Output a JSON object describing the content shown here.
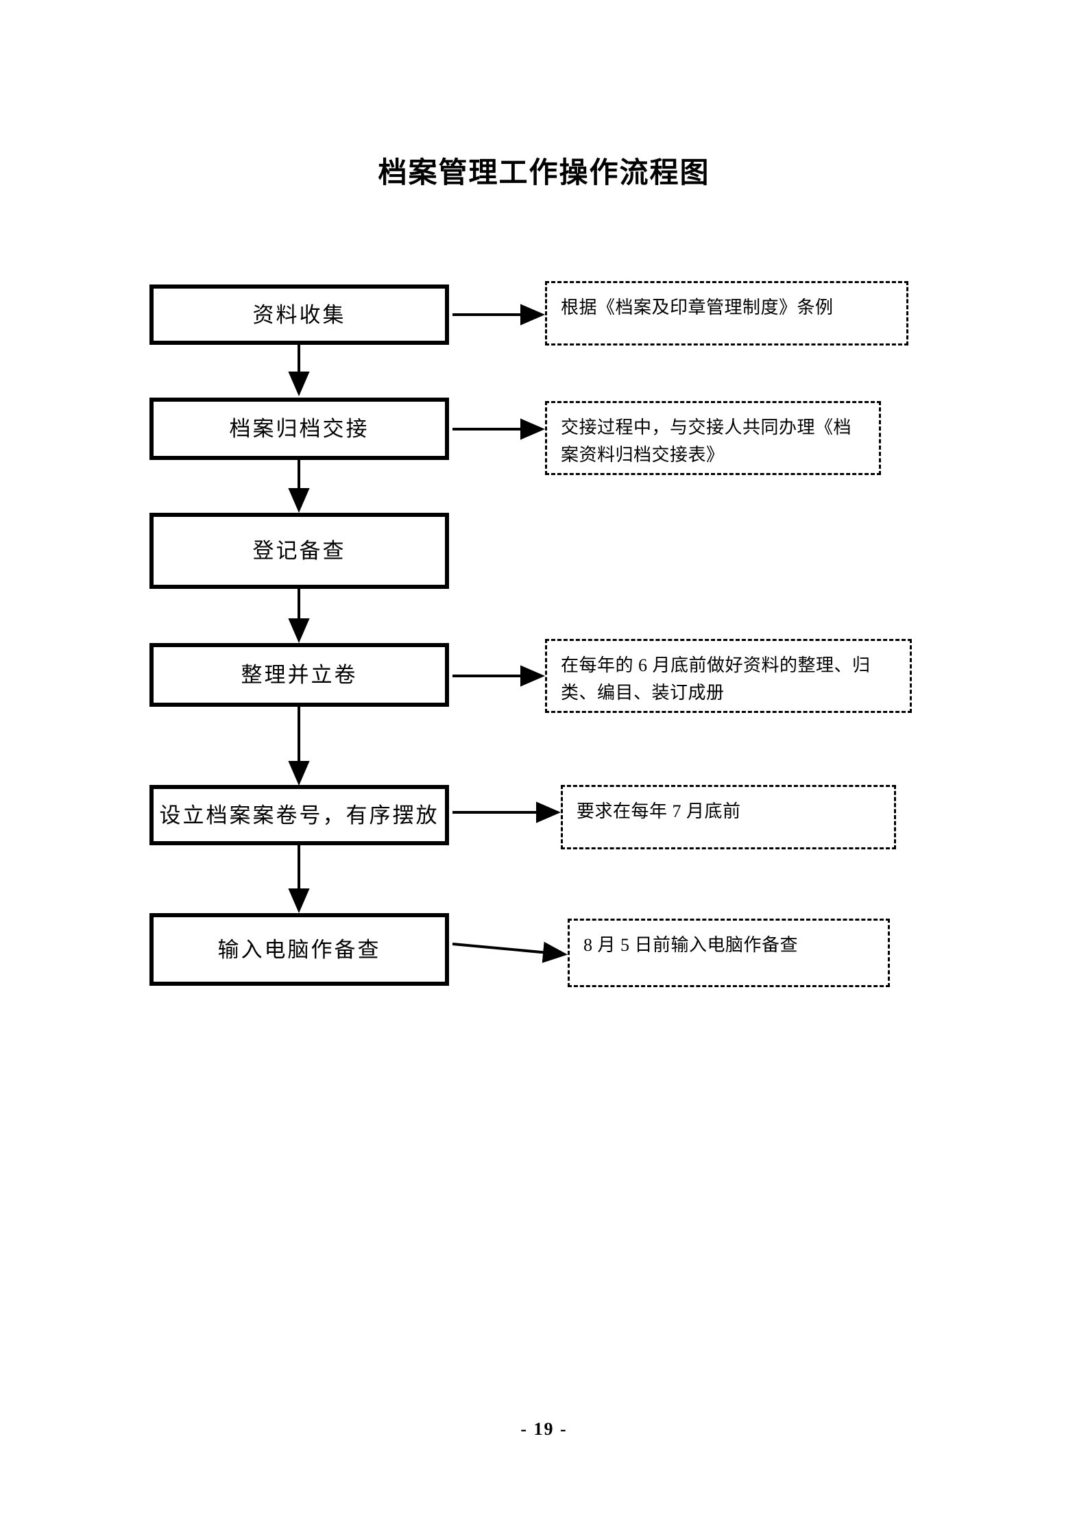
{
  "document": {
    "title": "档案管理工作操作流程图",
    "page_number": "- 19 -"
  },
  "chart_data": {
    "type": "diagram",
    "diagram_kind": "flowchart",
    "title": "档案管理工作操作流程图",
    "orientation": "top-to-bottom",
    "steps": [
      {
        "id": "step1",
        "label": "资料收集",
        "note": "根据《档案及印章管理制度》条例"
      },
      {
        "id": "step2",
        "label": "档案归档交接",
        "note": "交接过程中，与交接人共同办理《档案资料归档交接表》"
      },
      {
        "id": "step3",
        "label": "登记备查",
        "note": ""
      },
      {
        "id": "step4",
        "label": "整理并立卷",
        "note": "在每年的 6 月底前做好资料的整理、归类、编目、装订成册"
      },
      {
        "id": "step5",
        "label": "设立档案案卷号，有序摆放",
        "note": "要求在每年 7 月底前"
      },
      {
        "id": "step6",
        "label": "输入电脑作备查",
        "note": "8 月 5 日前输入电脑作备查"
      }
    ],
    "flow_edges": [
      {
        "from": "step1",
        "to": "step2",
        "direction": "down"
      },
      {
        "from": "step2",
        "to": "step3",
        "direction": "down"
      },
      {
        "from": "step3",
        "to": "step4",
        "direction": "down"
      },
      {
        "from": "step4",
        "to": "step5",
        "direction": "down"
      },
      {
        "from": "step5",
        "to": "step6",
        "direction": "down"
      },
      {
        "from": "step1",
        "to": "note1",
        "direction": "right"
      },
      {
        "from": "step2",
        "to": "note2",
        "direction": "right"
      },
      {
        "from": "step4",
        "to": "note4",
        "direction": "right"
      },
      {
        "from": "step5",
        "to": "note5",
        "direction": "right"
      },
      {
        "from": "step6",
        "to": "note6",
        "direction": "right"
      }
    ],
    "colors": {
      "box_border": "#000000",
      "note_border": "#000000",
      "text": "#000000",
      "background": "#ffffff"
    }
  }
}
